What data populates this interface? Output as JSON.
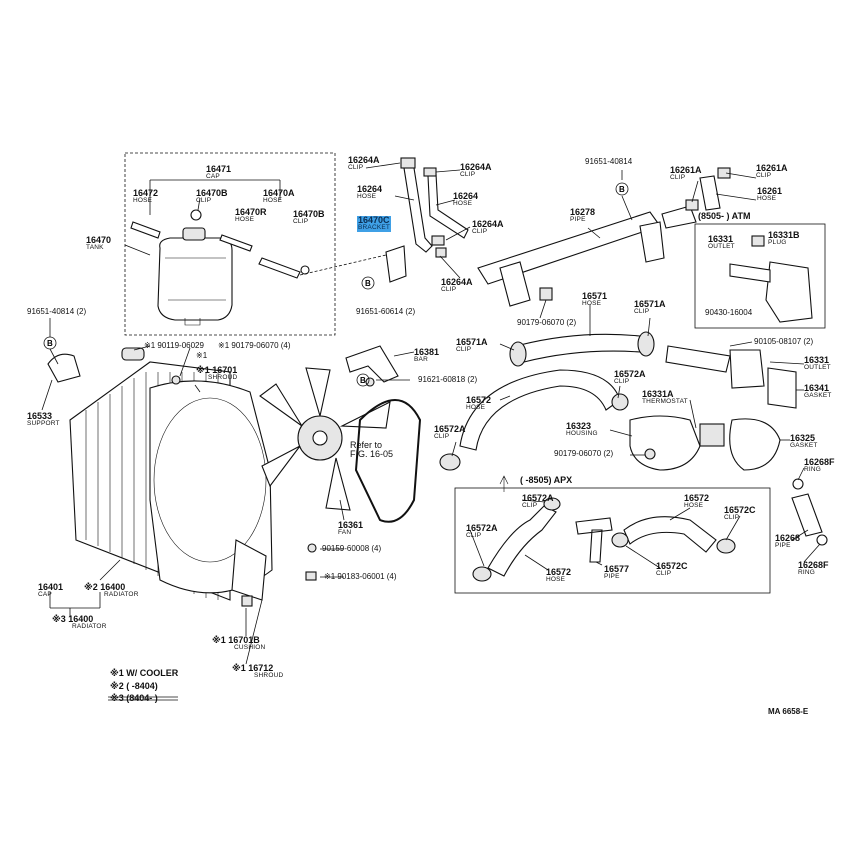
{
  "drawing_code": "MA 6658-E",
  "refer_note": {
    "line1": "Refer to",
    "line2": "FIG. 16-05"
  },
  "legend": {
    "r1_mark": "※1",
    "r1_text": "W/ COOLER",
    "r2_mark": "※2",
    "r2_text": "(      -8404)",
    "r3_mark": "※3",
    "r3_text": "(8404-      )"
  },
  "atm_note": "(8505-      ) ATM",
  "apx_note": "(      -8505) APX",
  "parts": {
    "p16471": {
      "num": "16471",
      "name": "CAP"
    },
    "p16472": {
      "num": "16472",
      "name": "HOSE"
    },
    "p16470B_clip": {
      "num": "16470B",
      "name": "CLIP"
    },
    "p16470R": {
      "num": "16470R",
      "name": "HOSE"
    },
    "p16470A": {
      "num": "16470A",
      "name": "HOSE"
    },
    "p16470B_clip2": {
      "num": "16470B",
      "name": "CLIP"
    },
    "p16470": {
      "num": "16470",
      "name": "TANK"
    },
    "p16264A_1": {
      "num": "16264A",
      "name": "CLIP"
    },
    "p16264A_2": {
      "num": "16264A",
      "name": "CLIP"
    },
    "p16264_1": {
      "num": "16264",
      "name": "HOSE"
    },
    "p16264_2": {
      "num": "16264",
      "name": "HOSE"
    },
    "p16264A_3": {
      "num": "16264A",
      "name": "CLIP"
    },
    "p16264A_4": {
      "num": "16264A",
      "name": "CLIP"
    },
    "p16470C": {
      "num": "16470C",
      "name": "BRACKET"
    },
    "p91651_60614": {
      "num": "91651-60614 (2)"
    },
    "p91651_40814_top": {
      "num": "91651-40814"
    },
    "p16278": {
      "num": "16278",
      "name": "PIPE"
    },
    "p16261A_1": {
      "num": "16261A",
      "name": "CLIP"
    },
    "p16261A_2": {
      "num": "16261A",
      "name": "CLIP"
    },
    "p16261": {
      "num": "16261",
      "name": "HOSE"
    },
    "p16331": {
      "num": "16331",
      "name": "OUTLET"
    },
    "p16331B": {
      "num": "16331B",
      "name": "PLUG"
    },
    "p90430": {
      "num": "90430-16004"
    },
    "p90179_top": {
      "num": "90179-06070 (2)"
    },
    "p16571": {
      "num": "16571",
      "name": "HOSE"
    },
    "p16571A_1": {
      "num": "16571A",
      "name": "CLIP"
    },
    "p16571A_2": {
      "num": "16571A",
      "name": "CLIP"
    },
    "p90105": {
      "num": "90105-08107 (2)"
    },
    "p16331_2": {
      "num": "16331",
      "name": "OUTLET"
    },
    "p16341": {
      "num": "16341",
      "name": "GASKET"
    },
    "p16572A_top": {
      "num": "16572A",
      "name": "CLIP"
    },
    "p16331A": {
      "num": "16331A",
      "name": "THERMOSTAT"
    },
    "p16572": {
      "num": "16572",
      "name": "HOSE"
    },
    "p16572A_left": {
      "num": "16572A",
      "name": "CLIP"
    },
    "p16323": {
      "num": "16323",
      "name": "HOUSING"
    },
    "p16325": {
      "num": "16325",
      "name": "GASKET"
    },
    "p90179_mid": {
      "num": "90179-06070 (2)"
    },
    "p16268F_1": {
      "num": "16268F",
      "name": "RING"
    },
    "p16268": {
      "num": "16268",
      "name": "PIPE"
    },
    "p16268F_2": {
      "num": "16268F",
      "name": "RING"
    },
    "p91651_40814_left": {
      "num": "91651-40814 (2)"
    },
    "p16533": {
      "num": "16533",
      "name": "SUPPORT"
    },
    "p90119": {
      "num": "90119-06029"
    },
    "p90179_left": {
      "num": "90179-06070 (4)"
    },
    "p16701": {
      "num": "16701",
      "name": "SHROUD"
    },
    "p16381": {
      "num": "16381",
      "name": "BAR"
    },
    "p91621": {
      "num": "91621-60818 (2)"
    },
    "p16361": {
      "num": "16361",
      "name": "FAN"
    },
    "p90159": {
      "num": "90159-60008 (4)"
    },
    "p90183": {
      "num": "90183-06001 (4)"
    },
    "p16401": {
      "num": "16401",
      "name": "CAP"
    },
    "p16400_1": {
      "num": "16400",
      "name": "RADIATOR"
    },
    "p16400_2": {
      "num": "16400",
      "name": "RADIATOR"
    },
    "p16701B": {
      "num": "16701B",
      "name": "CUSHION"
    },
    "p16712": {
      "num": "16712",
      "name": "SHROUD"
    },
    "b16572A_1": {
      "num": "16572A",
      "name": "CLIP"
    },
    "b16572_1": {
      "num": "16572",
      "name": "HOSE"
    },
    "b16572C_1": {
      "num": "16572C",
      "name": "CLIP"
    },
    "b16572A_2": {
      "num": "16572A",
      "name": "CLIP"
    },
    "b16572_2": {
      "num": "16572",
      "name": "HOSE"
    },
    "b16577": {
      "num": "16577",
      "name": "PIPE"
    },
    "b16572C_2": {
      "num": "16572C",
      "name": "CLIP"
    }
  },
  "marks": {
    "m1": "※1",
    "m2": "※2",
    "m3": "※3",
    "b": "B"
  }
}
